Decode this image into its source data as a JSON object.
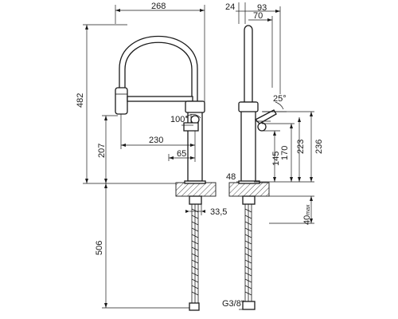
{
  "dimensions": {
    "overall_width": "268",
    "overall_height": "482",
    "spout_to_base_height": "207",
    "spout_reach": "230",
    "handle_offset": "65",
    "handle_angle": "100°",
    "hose_length": "506",
    "tail_diameter": "33,5",
    "side_base_width": "48",
    "side_top_offset": "24",
    "side_depth_93": "93",
    "side_depth_70": "70",
    "lever_angle": "25°",
    "height_145": "145",
    "height_170": "170",
    "height_223": "223",
    "height_236": "236",
    "max_worktop": "40",
    "max_label": "max",
    "connection_thread": "G3/8\""
  }
}
